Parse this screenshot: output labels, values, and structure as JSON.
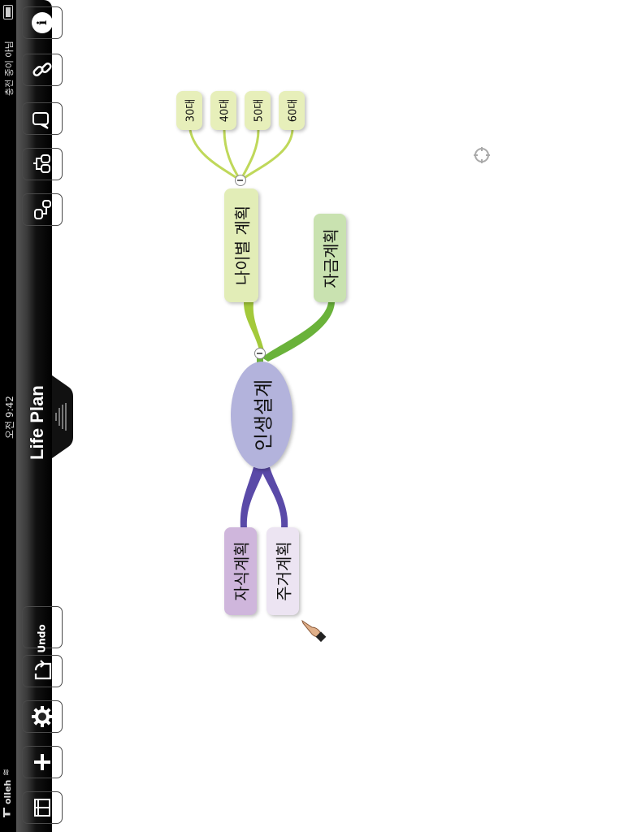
{
  "status_bar": {
    "carrier": "olleh",
    "time": "오전 9:42",
    "battery_text": "충전 중이 아님"
  },
  "toolbar": {
    "title": "Life Plan",
    "top_buttons": [
      {
        "icon": "info-icon",
        "label": "Info"
      },
      {
        "icon": "link-icon",
        "label": "Link"
      },
      {
        "icon": "callout-icon",
        "label": "Callout"
      },
      {
        "icon": "add-sibling-icon",
        "label": "Add sibling"
      },
      {
        "icon": "add-child-icon",
        "label": "Add child"
      }
    ],
    "bottom_buttons": [
      {
        "icon": "undo-icon",
        "label": "Undo"
      },
      {
        "icon": "share-icon",
        "label": "Share"
      },
      {
        "icon": "gear-icon",
        "label": "Settings"
      },
      {
        "icon": "plus-icon",
        "label": "Add"
      },
      {
        "icon": "book-icon",
        "label": "Documents"
      }
    ]
  },
  "mindmap": {
    "central": {
      "text": "인생설계",
      "color": "#b3b3dc"
    },
    "branches": [
      {
        "text": "나이별 계획",
        "color": "#e2edb7",
        "children": [
          {
            "text": "30대",
            "color": "#e7efba"
          },
          {
            "text": "40대",
            "color": "#e7efba"
          },
          {
            "text": "50대",
            "color": "#e7efba"
          },
          {
            "text": "60대",
            "color": "#e7efba"
          }
        ]
      },
      {
        "text": "자금계획",
        "color": "#c9e2b0"
      },
      {
        "text": "자식계획",
        "color": "#cfb6dc"
      },
      {
        "text": "주거계획",
        "color": "#ece4f2"
      }
    ],
    "colors": {
      "green_branch": "#a3c93a",
      "funds_branch": "#6ab23a",
      "purple_branch": "#5a4aa8"
    }
  },
  "canvas": {
    "center_icon": "crosshair-icon",
    "cursor_icon": "pointing-hand-icon"
  }
}
